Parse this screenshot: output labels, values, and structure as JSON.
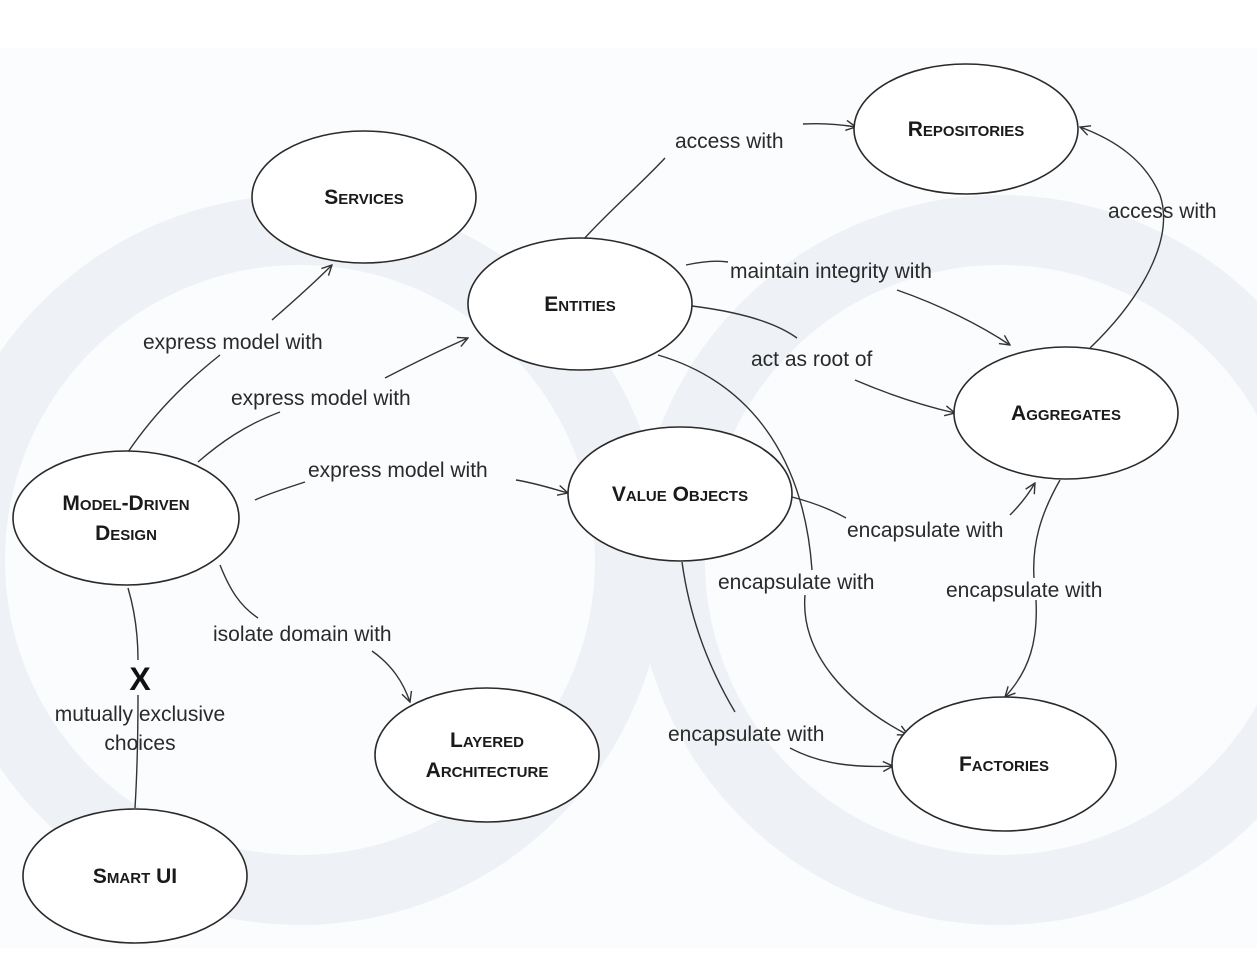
{
  "colors": {
    "background": "#ffffff",
    "stroke": "#2a2a2a",
    "text": "#1a1a1a",
    "watermark": "#eef1f6"
  },
  "nodes": {
    "services": {
      "lines": [
        "Services"
      ]
    },
    "repositories": {
      "lines": [
        "Repositories"
      ]
    },
    "entities": {
      "lines": [
        "Entities"
      ]
    },
    "aggregates": {
      "lines": [
        "Aggregates"
      ]
    },
    "model_driven_design": {
      "lines": [
        "Model-Driven",
        "Design"
      ]
    },
    "value_objects": {
      "lines": [
        "Value Objects"
      ]
    },
    "layered_architecture": {
      "lines": [
        "Layered",
        "Architecture"
      ]
    },
    "factories": {
      "lines": [
        "Factories"
      ]
    },
    "smart_ui": {
      "lines": [
        "Smart UI"
      ]
    }
  },
  "edges": {
    "mdd_services": "express model with",
    "mdd_entities": "express model with",
    "mdd_value_objects": "express model with",
    "mdd_layered": "isolate domain with",
    "entities_repositories": "access with",
    "aggregates_repositories": "access with",
    "entities_aggregates_integrity": "maintain integrity with",
    "entities_aggregates_root": "act as root of",
    "value_objects_aggregates": "encapsulate with",
    "entities_factories": "encapsulate with",
    "aggregates_factories": "encapsulate with",
    "value_objects_factories": "encapsulate with",
    "mdd_smart_ui": {
      "mark": "X",
      "lines": [
        "mutually exclusive",
        "choices"
      ]
    }
  }
}
